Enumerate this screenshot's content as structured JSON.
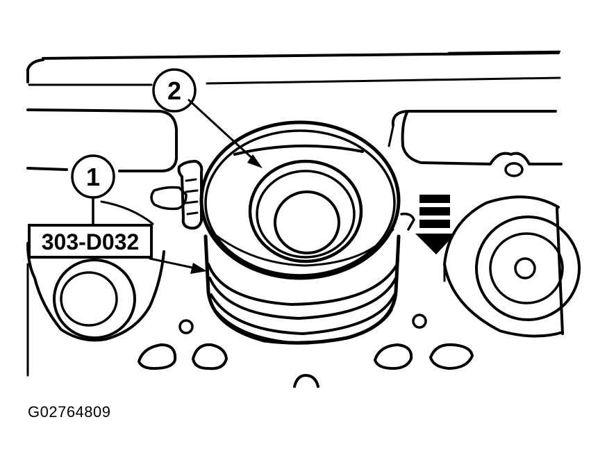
{
  "callouts": [
    {
      "label": "1"
    },
    {
      "label": "2"
    }
  ],
  "tool_label": "303-D032",
  "figure_id": "G02764809"
}
